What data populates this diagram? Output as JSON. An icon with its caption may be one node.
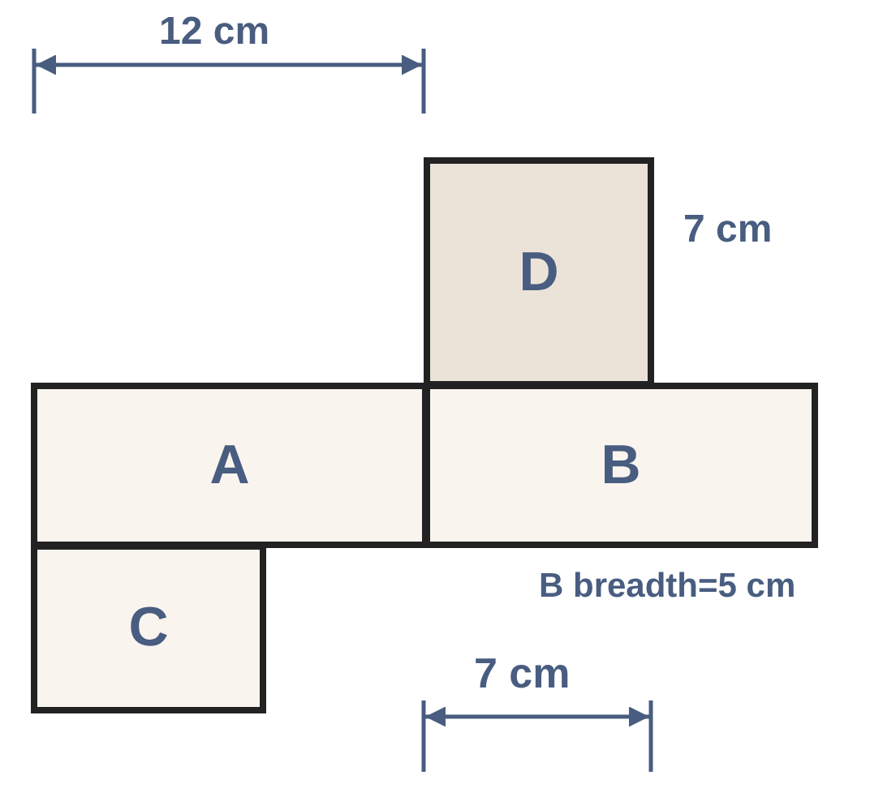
{
  "diagram": {
    "nodes": [
      {
        "text": [
          "D"
        ]
      },
      {
        "text": [
          "A"
        ]
      },
      {
        "text": [
          "B"
        ]
      },
      {
        "text": [
          "C"
        ]
      }
    ],
    "labels": [
      "12 cm",
      "7 cm",
      "B breadth=5 cm",
      "7 cm"
    ]
  }
}
